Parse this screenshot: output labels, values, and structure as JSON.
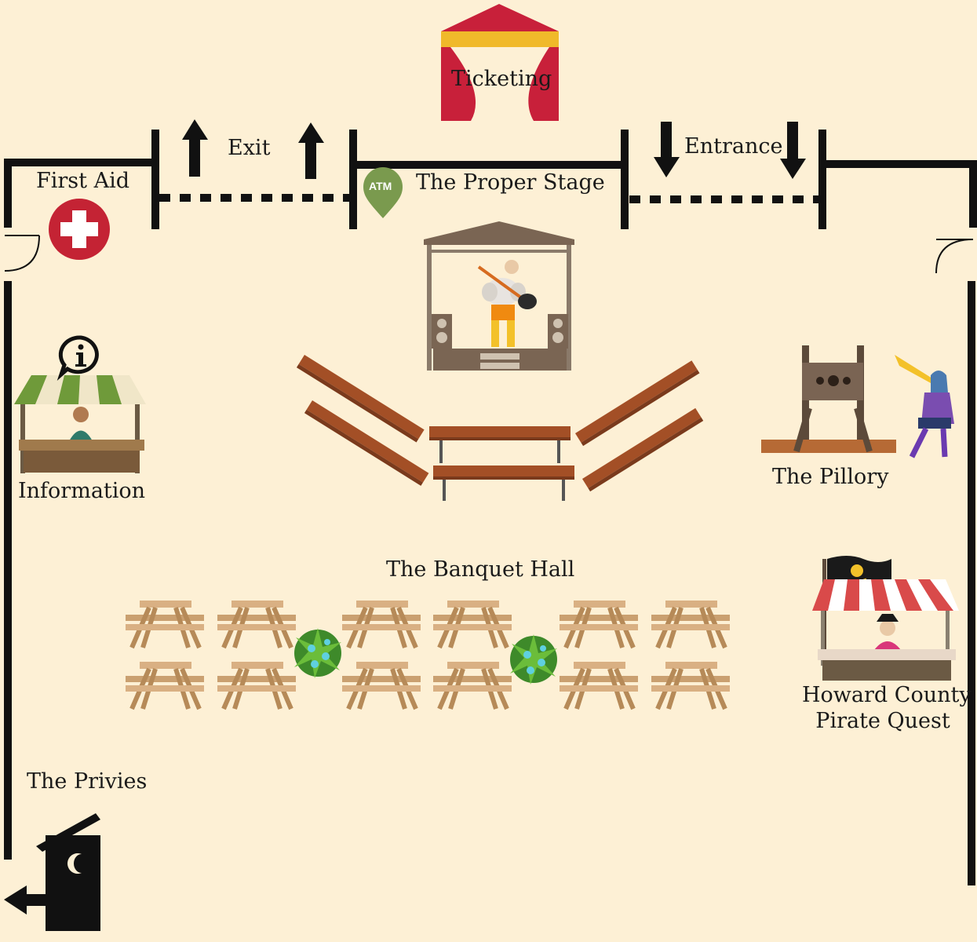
{
  "labels": {
    "ticketing": "Ticketing",
    "exit": "Exit",
    "entrance": "Entrance",
    "first_aid": "First Aid",
    "proper_stage": "The Proper Stage",
    "atm": "ATM",
    "information": "Information",
    "pillory": "The Pillory",
    "banquet_hall": "The Banquet Hall",
    "pirate_quest_line1": "Howard County",
    "pirate_quest_line2": "Pirate Quest",
    "privies": "The Privies"
  },
  "icons": {
    "first_aid": "first-aid-cross-icon",
    "atm": "atm-pin-icon",
    "info": "info-bubble-icon",
    "exit_arrows": "arrow-up-icon",
    "entrance_arrows": "arrow-down-icon",
    "privies_arrow": "arrow-left-icon",
    "privy": "outhouse-moon-icon",
    "pirate_flag": "skull-crossbones-flag-icon"
  },
  "colors": {
    "background": "#fdf0d5",
    "walls": "#111111",
    "tent_red": "#c8203a",
    "tent_yellow": "#f0b92a",
    "first_aid_red": "#c42334",
    "atm_green": "#7a9a4e",
    "bench_wood": "#a34f26",
    "picnic_wood": "#d9b083",
    "plant_green": "#3e8a2a",
    "awning_green": "#6f9a3a",
    "awning_red": "#d94a4a"
  }
}
